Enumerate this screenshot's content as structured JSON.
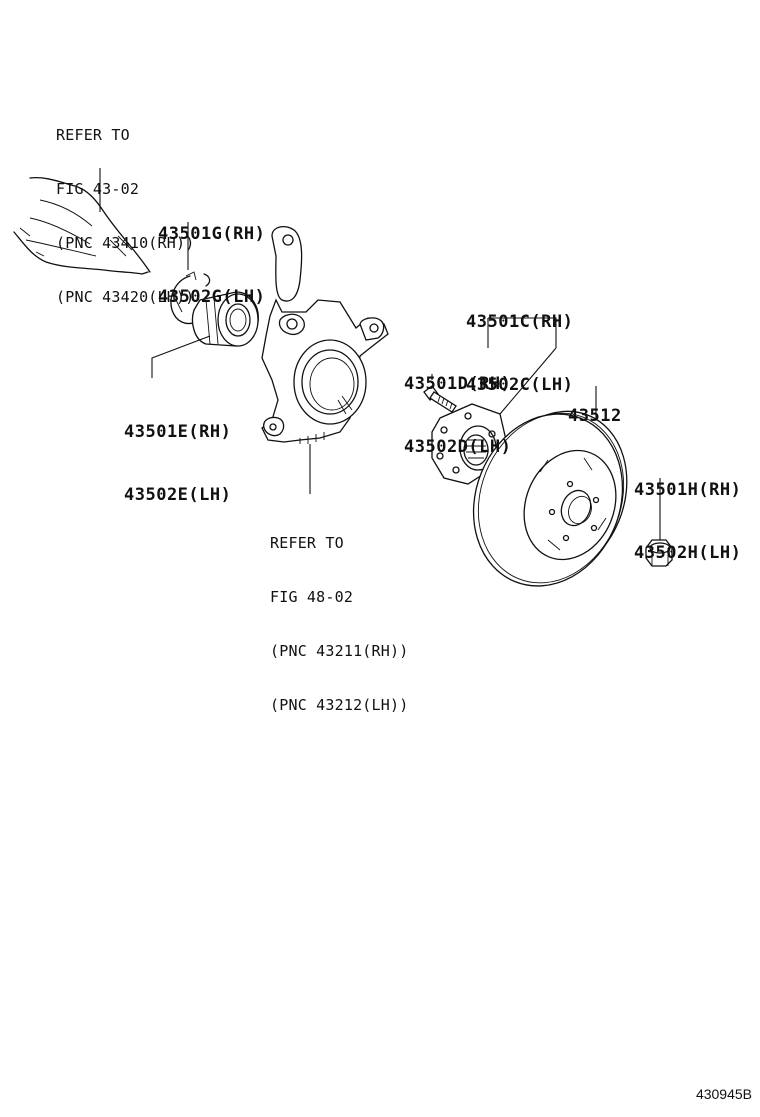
{
  "refer_a": {
    "line1": "REFER TO",
    "line2": "FIG 43-02",
    "line3": "(PNC 43410(RH))",
    "line4": "(PNC 43420(LH))"
  },
  "refer_b": {
    "line1": "REFER TO",
    "line2": "FIG 48-02",
    "line3": "(PNC 43211(RH))",
    "line4": "(PNC 43212(LH))"
  },
  "parts": {
    "snap_ring": {
      "rh": "43501G(RH)",
      "lh": "43502G(LH)"
    },
    "bearing": {
      "rh": "43501E(RH)",
      "lh": "43502E(LH)"
    },
    "hub": {
      "rh": "43501C(RH)",
      "lh": "43502C(LH)"
    },
    "hub_bolt": {
      "rh": "43501D(RH)",
      "lh": "43502D(LH)"
    },
    "disc": {
      "number": "43512"
    },
    "nut": {
      "rh": "43501H(RH)",
      "lh": "43502H(LH)"
    }
  },
  "figure_id": "430945B"
}
